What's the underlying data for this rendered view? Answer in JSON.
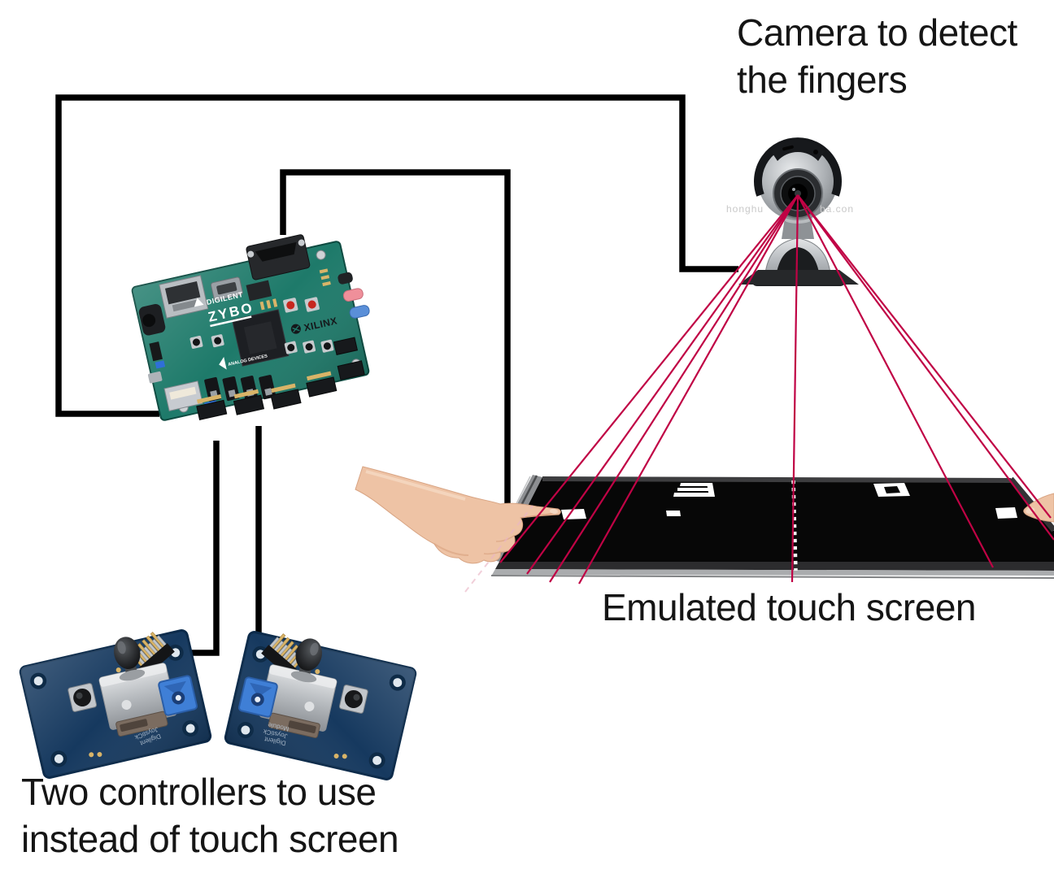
{
  "labels": {
    "camera": "Camera to detect\nthe fingers",
    "screen": "Emulated touch screen",
    "controllers": "Two controllers to use\ninstead of touch screen"
  },
  "board": {
    "brand": "DIGILENT",
    "model": "ZYBO",
    "chip_brand": "XILINX",
    "analog_logo": "ANALOG DEVICES"
  },
  "controller": {
    "silkscreen_line1": "Digilent",
    "silkscreen_line2": "JoystiCk",
    "silkscreen_line3": "Module"
  },
  "watermark": {
    "left": "honghu",
    "right": "ba.con"
  },
  "game": {
    "left_score": "3",
    "right_score": "0"
  },
  "colors": {
    "ray": "#c00345",
    "wire": "#000000",
    "pcb": "#1e7a6a",
    "controller_pcb": "#16395f",
    "screen_black": "#070707",
    "skin": "#eec3a5",
    "label_text": "#151515"
  }
}
